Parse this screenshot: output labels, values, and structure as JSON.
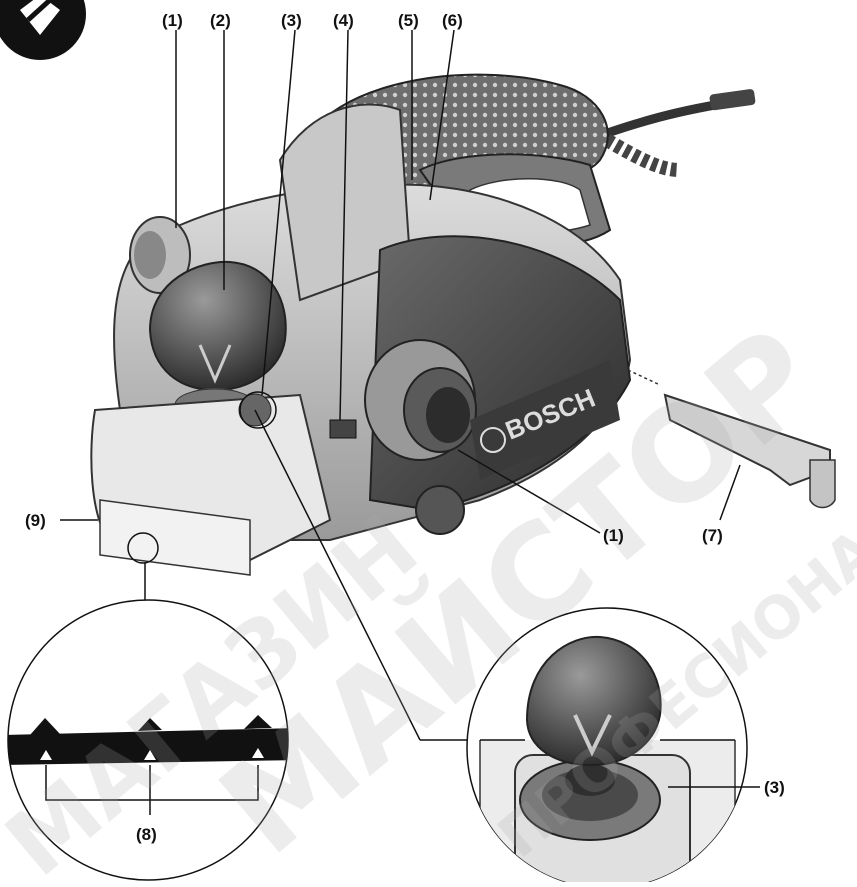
{
  "callouts": {
    "c1_top": "(1)",
    "c2": "(2)",
    "c3_top": "(3)",
    "c4": "(4)",
    "c5": "(5)",
    "c6": "(6)",
    "c9": "(9)",
    "c1_bottom": "(1)",
    "c7": "(7)",
    "c8": "(8)",
    "c3_detail": "(3)"
  },
  "brand_text": "BOSCH",
  "watermark": {
    "line1": "МАГАЗИН",
    "line2": "МАЙСТОР",
    "line3": "ПРОФЕСИОНАЛНИ"
  },
  "colors": {
    "body": "#b9b9b9",
    "dark": "#3a3a3a",
    "handle": "#555555",
    "base": "#e6e6e6"
  }
}
